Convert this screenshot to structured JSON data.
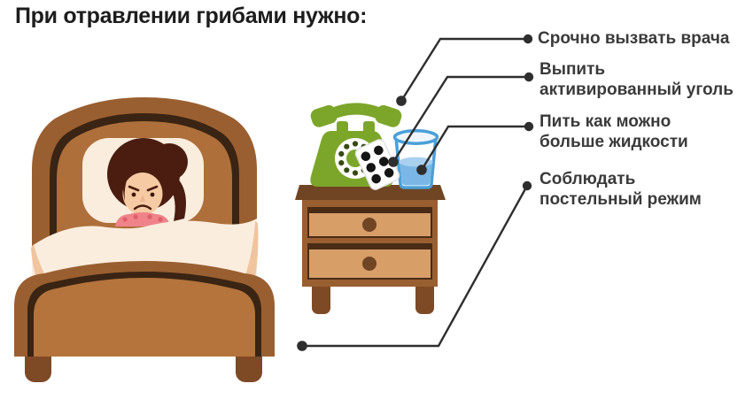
{
  "title": "При отравлении грибами нужно:",
  "callouts": [
    {
      "name": "call-doctor",
      "lines": [
        "Срочно вызвать врача"
      ]
    },
    {
      "name": "activated-charcoal",
      "lines": [
        "Выпить",
        "активированный уголь"
      ]
    },
    {
      "name": "drink-fluids",
      "lines": [
        "Пить как можно",
        "больше жидкости"
      ]
    },
    {
      "name": "bed-rest",
      "lines": [
        "Соблюдать",
        "постельный режим"
      ]
    }
  ],
  "illustration": {
    "icons": [
      "bed-with-patient-icon",
      "nightstand-icon",
      "rotary-phone-icon",
      "pill-blister-icon",
      "water-glass-icon"
    ]
  },
  "colors": {
    "background": "#ffffff",
    "title_text": "#1d1d1d",
    "label_text": "#3a3a3a",
    "leader_line": "#2e2e2e",
    "phone_green": "#7ca62a",
    "glass_outline": "#4aa0d8",
    "water_blue": "#7bb7e6",
    "wood_brown": "#9a5f30",
    "wood_dark": "#3a2413",
    "drawer_tan": "#d89e68",
    "bedding_cream": "#faedde",
    "skin": "#f6cba4",
    "hair": "#4a1d10",
    "pajama_pink": "#f0838a",
    "pill_black": "#151515"
  }
}
